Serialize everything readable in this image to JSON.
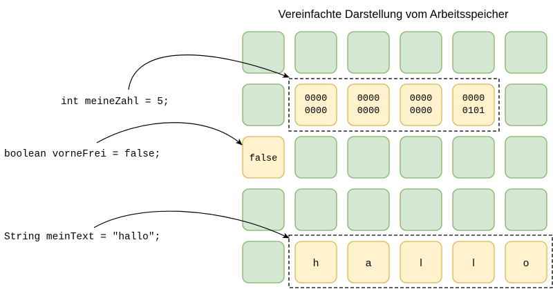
{
  "title": "Vereinfachte Darstellung vom Arbeitsspeicher",
  "declarations": {
    "int_decl": "int meineZahl = 5;",
    "boolean_decl": "boolean vorneFrei = false;",
    "string_decl": "String meinText = \"hallo\";"
  },
  "memory": {
    "int_bytes": [
      {
        "line1": "0000",
        "line2": "0000"
      },
      {
        "line1": "0000",
        "line2": "0000"
      },
      {
        "line1": "0000",
        "line2": "0000"
      },
      {
        "line1": "0000",
        "line2": "0101"
      }
    ],
    "boolean_value": "false",
    "string_chars": [
      "h",
      "a",
      "l",
      "l",
      "o"
    ]
  },
  "colors": {
    "empty_fill": "#d5e8d4",
    "empty_stroke": "#82b366",
    "used_fill": "#fff2cc",
    "used_stroke": "#d6b656"
  }
}
